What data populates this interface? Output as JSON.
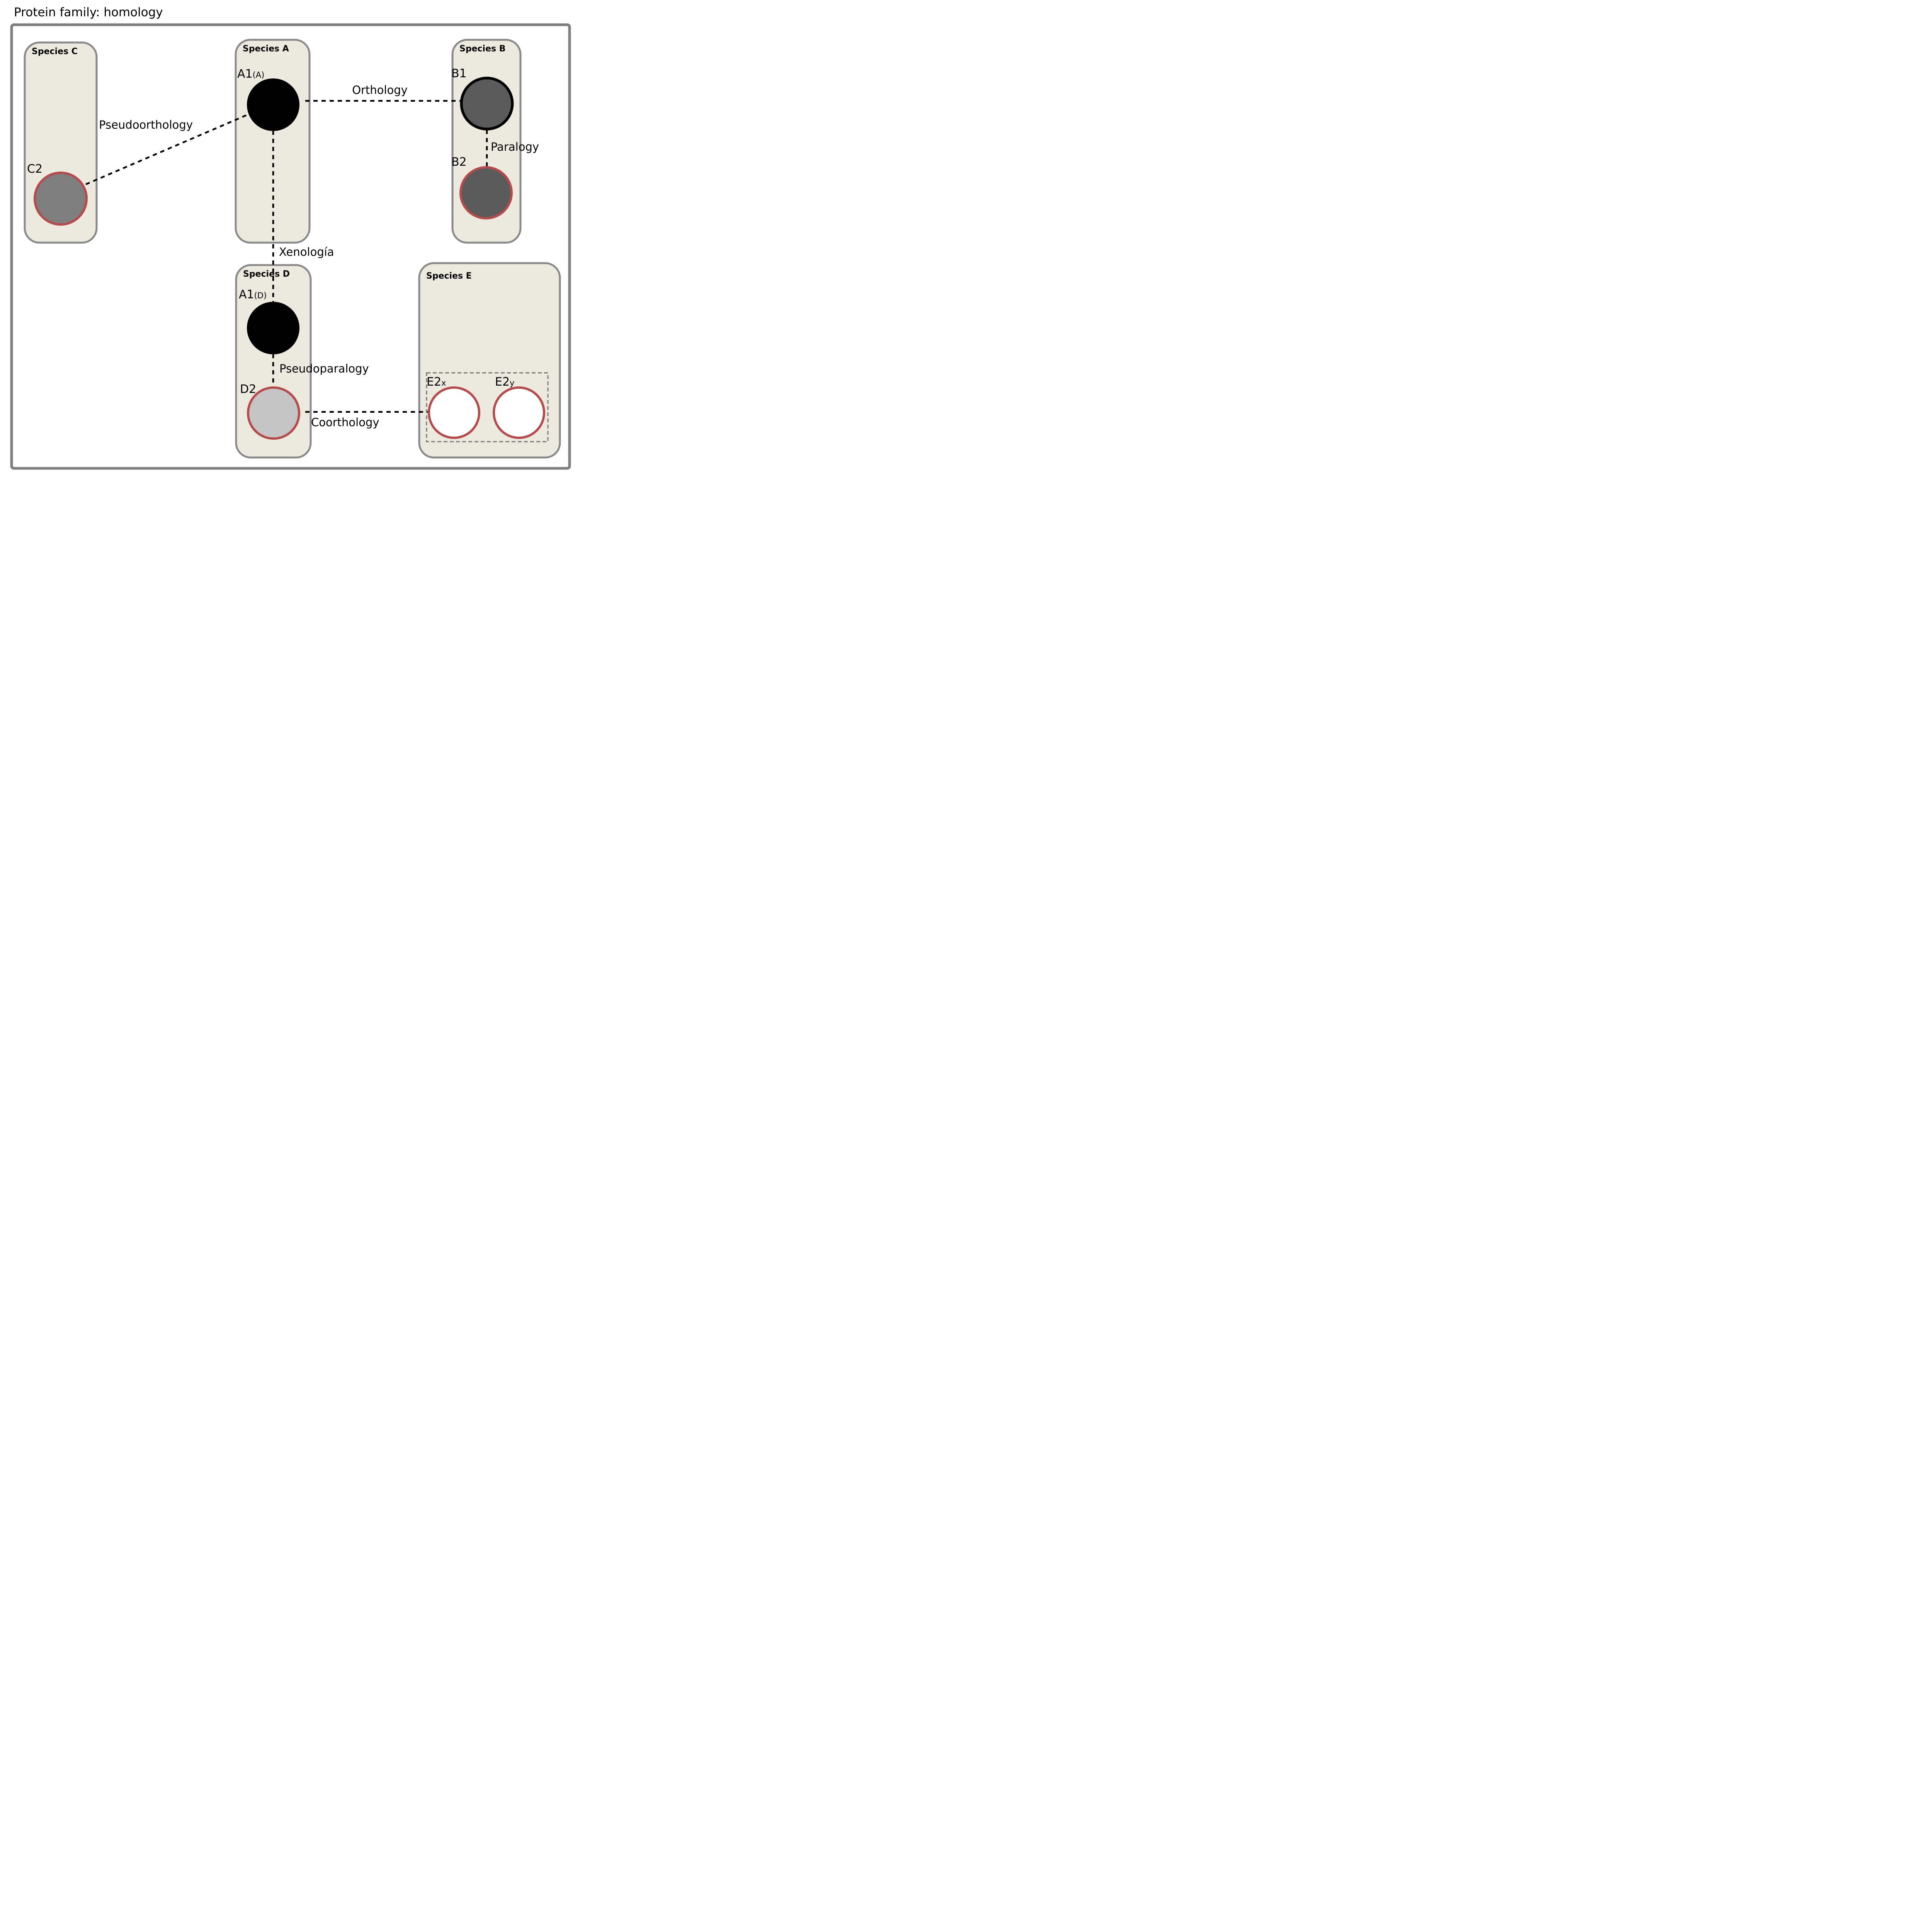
{
  "title": "Protein family: homology",
  "colors": {
    "outer_border": "#7f7f7f",
    "species_fill": "#ece9df",
    "species_border": "#8a8a8a",
    "gene_black": "#000000",
    "gene_dark_gray": "#5a5a5a",
    "gene_gray": "#7e7e7e",
    "gene_light_gray": "#c5c5c5",
    "gene_white": "#ffffff",
    "gene_red_border": "#b74b4b",
    "relation_line": "#000000",
    "inner_dashed_border": "#757575"
  },
  "species": [
    {
      "id": "C",
      "label": "Species C"
    },
    {
      "id": "A",
      "label": "Species A"
    },
    {
      "id": "B",
      "label": "Species B"
    },
    {
      "id": "D",
      "label": "Species D"
    },
    {
      "id": "E",
      "label": "Species E"
    }
  ],
  "genes": {
    "c2": {
      "label": "C2"
    },
    "a1a": {
      "base": "A1",
      "sub": "(A)"
    },
    "b1": {
      "label": "B1"
    },
    "b2": {
      "label": "B2"
    },
    "a1d": {
      "base": "A1",
      "sub": "(D)"
    },
    "d2": {
      "label": "D2"
    },
    "e2x": {
      "base": "E2",
      "sub": "x"
    },
    "e2y": {
      "base": "E2",
      "sub": "y"
    }
  },
  "relations": {
    "orthology": "Orthology",
    "paralogy": "Paralogy",
    "pseudoorthology": "Pseudoorthology",
    "xenology": "Xenología",
    "pseudoparalogy": "Pseudoparalogy",
    "coorthology": "Coorthology"
  }
}
